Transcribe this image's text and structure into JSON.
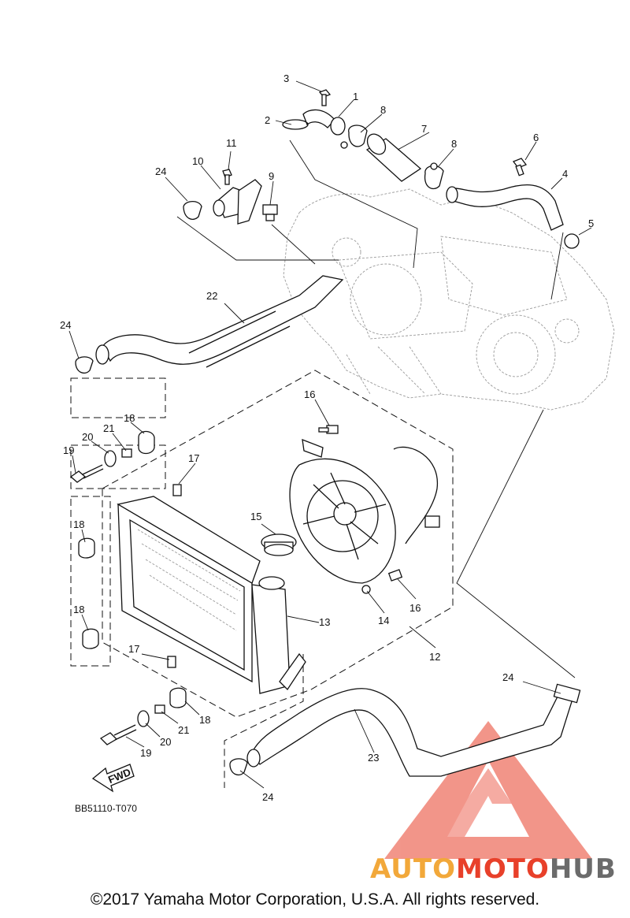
{
  "diagram": {
    "drawing_code": "BB51110-T070",
    "fwd_label": "FWD",
    "callouts": [
      {
        "id": "c1",
        "label": "1"
      },
      {
        "id": "c2",
        "label": "2"
      },
      {
        "id": "c3",
        "label": "3"
      },
      {
        "id": "c4",
        "label": "4"
      },
      {
        "id": "c5",
        "label": "5"
      },
      {
        "id": "c6",
        "label": "6"
      },
      {
        "id": "c7",
        "label": "7"
      },
      {
        "id": "c8a",
        "label": "8"
      },
      {
        "id": "c8b",
        "label": "8"
      },
      {
        "id": "c9",
        "label": "9"
      },
      {
        "id": "c10",
        "label": "10"
      },
      {
        "id": "c11",
        "label": "11"
      },
      {
        "id": "c24a",
        "label": "24"
      },
      {
        "id": "c22",
        "label": "22"
      },
      {
        "id": "c24b",
        "label": "24"
      },
      {
        "id": "c16a",
        "label": "16"
      },
      {
        "id": "c18a",
        "label": "18"
      },
      {
        "id": "c21a",
        "label": "21"
      },
      {
        "id": "c20a",
        "label": "20"
      },
      {
        "id": "c19a",
        "label": "19"
      },
      {
        "id": "c17a",
        "label": "17"
      },
      {
        "id": "c15",
        "label": "15"
      },
      {
        "id": "c18b",
        "label": "18"
      },
      {
        "id": "c18c",
        "label": "18"
      },
      {
        "id": "c13",
        "label": "13"
      },
      {
        "id": "c14",
        "label": "14"
      },
      {
        "id": "c16b",
        "label": "16"
      },
      {
        "id": "c12",
        "label": "12"
      },
      {
        "id": "c17b",
        "label": "17"
      },
      {
        "id": "c24c",
        "label": "24"
      },
      {
        "id": "c18d",
        "label": "18"
      },
      {
        "id": "c21b",
        "label": "21"
      },
      {
        "id": "c20b",
        "label": "20"
      },
      {
        "id": "c19b",
        "label": "19"
      },
      {
        "id": "c23",
        "label": "23"
      },
      {
        "id": "c24d",
        "label": "24"
      }
    ]
  },
  "watermark": {
    "part1": "AUTO",
    "part2": "MOTO",
    "part3": "HUB",
    "color_auto": "#f2a83a",
    "color_moto": "#e8402a",
    "color_hub": "#6b6b6b",
    "triangle_color": "#e8402a"
  },
  "copyright": "©2017 Yamaha Motor Corporation, U.S.A. All rights reserved."
}
